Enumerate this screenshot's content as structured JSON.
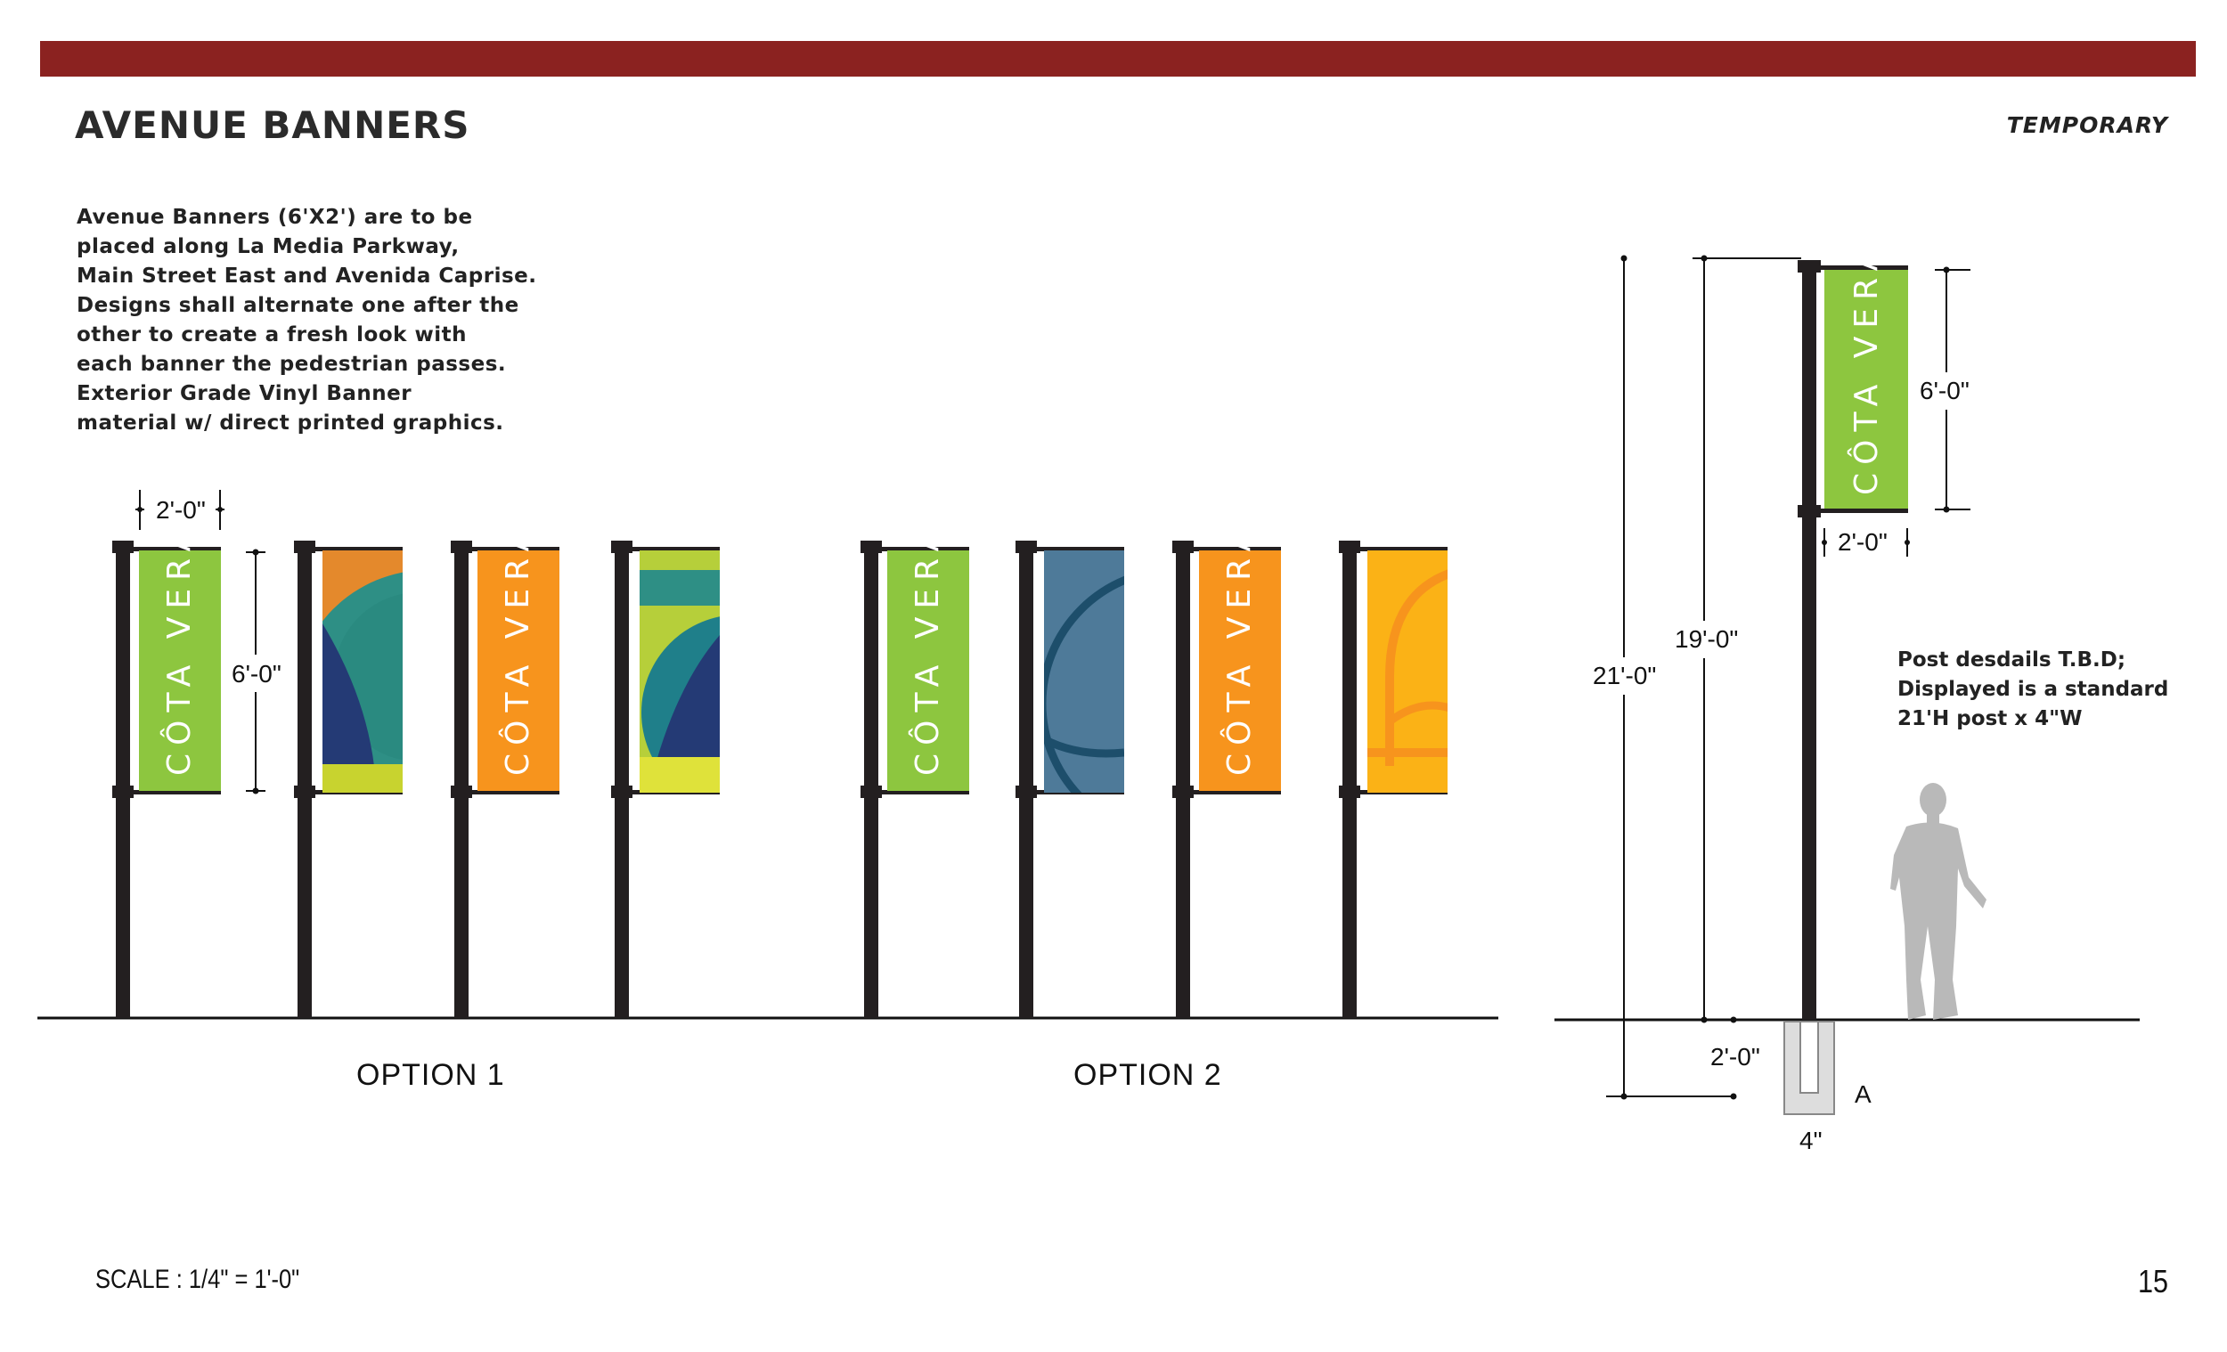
{
  "header": {
    "title": "AVENUE BANNERS",
    "tag": "TEMPORARY"
  },
  "description": {
    "lines": [
      "Avenue Banners (6'X2') are to be",
      "placed along La Media Parkway,",
      "Main Street East and Avenida Caprise.",
      "Designs shall alternate one after the",
      "other to create a fresh look with",
      "each banner the pedestrian passes.",
      "Exterior Grade Vinyl Banner",
      "material w/ direct printed graphics."
    ]
  },
  "options": [
    {
      "label": "OPTION 1",
      "banners": [
        "logo-green",
        "art-teal",
        "logo-orange",
        "art-lime"
      ]
    },
    {
      "label": "OPTION 2",
      "banners": [
        "logo-green",
        "art-blue",
        "logo-orange",
        "art-yellow"
      ]
    }
  ],
  "banner_text": "CÔTA VERA",
  "dimensions": {
    "banner_width": "2'-0\"",
    "banner_height": "6'-0\"",
    "post_total_height": "21'-0\"",
    "post_above_grade": "19'-0\"",
    "footing_depth": "2'-0\"",
    "post_width": "4\"",
    "footing_label": "A"
  },
  "post_note": {
    "lines": [
      "Post desdails T.B.D;",
      "Displayed is a standard",
      "21'H post x 4\"W"
    ]
  },
  "footer": {
    "scale": "SCALE : 1/4\" = 1'-0\"",
    "page_number": "15"
  },
  "colors": {
    "header_bar": "#8b2220",
    "green": "#8dc63f",
    "orange": "#f7941d",
    "blue": "#4e7a99",
    "yellow": "#fbb216",
    "teal": "#2e8f85",
    "post": "#231f20"
  }
}
